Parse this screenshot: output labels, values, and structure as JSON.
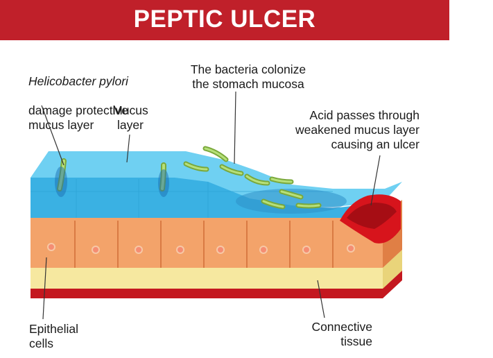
{
  "title": "PEPTIC ULCER",
  "labels": {
    "pylori_species": "Helicobacter pylori",
    "pylori_text": "damage protective\nmucus layer",
    "mucus_layer": "Mucus\nlayer",
    "bacteria_colonize": "The bacteria colonize\nthe stomach mucosa",
    "acid_passes": "Acid passes through\nweakened mucus layer\ncausing an ulcer",
    "epithelial_cells": "Epithelial\ncells",
    "connective_tissue": "Connective\ntissue"
  },
  "colors": {
    "banner": "#c0202a",
    "mucus": "#4fc3ec",
    "mucus_dark": "#2b9fd2",
    "epithelium": "#f3a36a",
    "epithelium_dark": "#e07f45",
    "connective": "#f6e8a0",
    "blood_red": "#e0242b",
    "bacteria": "#8bc34a"
  }
}
